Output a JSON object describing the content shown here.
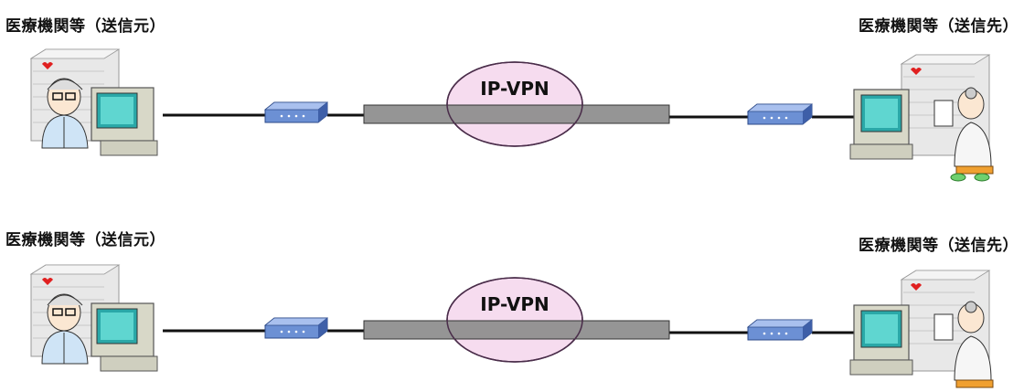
{
  "diagram": {
    "rows": [
      {
        "source_label": "医療機関等（送信元）",
        "dest_label": "医療機関等（送信先）",
        "network_label": "IP-VPN"
      },
      {
        "source_label": "医療機関等（送信元）",
        "dest_label": "医療機関等（送信先）",
        "network_label": "IP-VPN"
      }
    ],
    "colors": {
      "tunnel": "#8c8c8c",
      "ellipse_fill": "#f6dcef",
      "ellipse_stroke": "#4a2d4a",
      "router": "#5a7fc4",
      "line": "#111111"
    },
    "icons": {
      "source": "hospital-building-icon, computer-icon, person-icon",
      "router": "router-icon",
      "dest": "hospital-building-icon, computer-icon, doctor-icon"
    }
  }
}
